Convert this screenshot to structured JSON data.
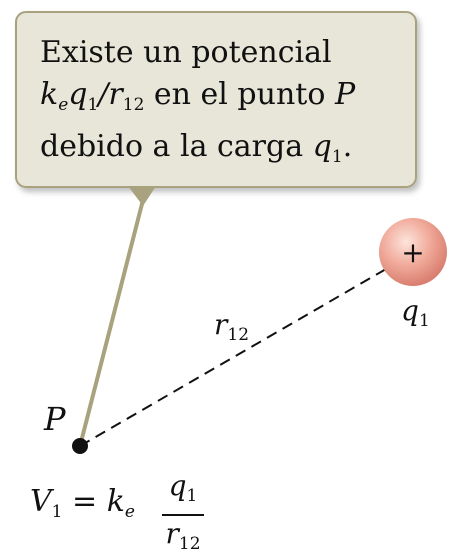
{
  "callout": {
    "line1": "Existe un potencial",
    "line2_expr_k": "k",
    "line2_expr_ksub": "e",
    "line2_expr_q": "q",
    "line2_expr_qsub": "1",
    "line2_expr_slash": "/",
    "line2_expr_r": "r",
    "line2_expr_rsub": "12",
    "line2_rest": " en el punto ",
    "line2_point": "P",
    "line3_start": "debido a la carga ",
    "line3_q": "q",
    "line3_qsub": "1",
    "line3_end": "."
  },
  "labels": {
    "point": "P",
    "charge_q": "q",
    "charge_sub": "1",
    "charge_sign": "+",
    "distance_r": "r",
    "distance_sub": "12"
  },
  "formula": {
    "v": "V",
    "v_sub": "1",
    "equals": " = ",
    "k": "k",
    "k_sub": "e",
    "num_q": "q",
    "num_sub": "1",
    "den_r": "r",
    "den_sub": "12"
  },
  "colors": {
    "callout_fill": "#e7e6d8",
    "callout_stroke": "#a8a27e",
    "pointer_line": "#a8a27e",
    "charge_fill": "#e99a8d",
    "point_fill": "#111111"
  }
}
